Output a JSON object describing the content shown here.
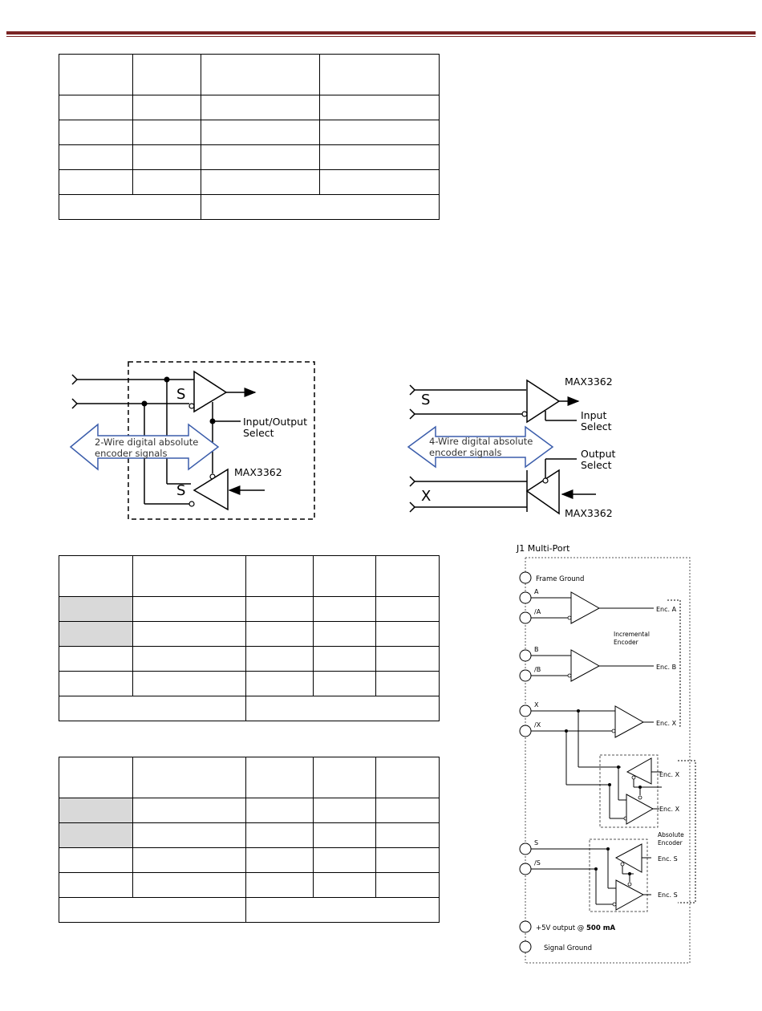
{
  "diagram_left": {
    "s_top": "S",
    "s_bottom": "S",
    "io_select_line1": "Input/Output",
    "io_select_line2": "Select",
    "signals_line1": "2-Wire digital absolute",
    "signals_line2": "encoder signals",
    "chip": "MAX3362"
  },
  "diagram_right": {
    "chip_top": "MAX3362",
    "s": "S",
    "x": "X",
    "input_select_line1": "Input",
    "input_select_line2": "Select",
    "signals_line1": "4-Wire digital absolute",
    "signals_line2": "encoder signals",
    "output_select_line1": "Output",
    "output_select_line2": "Select",
    "chip_bottom": "MAX3362"
  },
  "multiport": {
    "title": "J1 Multi-Port",
    "frame_ground": "Frame Ground",
    "pin_a": "A",
    "pin_a_n": "/A",
    "pin_b": "B",
    "pin_b_n": "/B",
    "pin_x": "X",
    "pin_x_n": "/X",
    "pin_s": "S",
    "pin_s_n": "/S",
    "enc_a": "Enc. A",
    "enc_b": "Enc. B",
    "enc_x": "Enc. X",
    "enc_x2": "Enc. X",
    "enc_x3": "Enc. X",
    "enc_s": "Enc. S",
    "enc_s2": "Enc. S",
    "incremental_line1": "Incremental",
    "incremental_line2": "Encoder",
    "absolute_line1": "Absolute",
    "absolute_line2": "Encoder",
    "power_prefix": "+5V output @ ",
    "power_bold": "500 mA",
    "signal_ground": "Signal Ground"
  }
}
